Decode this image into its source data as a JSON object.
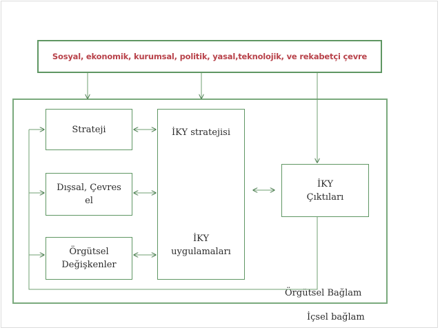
{
  "environment": {
    "label": "Sosyal, ekonomik, kurumsal, politik, yasal,teknolojik, ve rekabetçi çevre"
  },
  "boxes": {
    "strategy": "Strateji",
    "external_line1": "Dışsal, Çevres",
    "external_line2": "el",
    "org_vars_line1": "Örgütsel",
    "org_vars_line2": "Değişkenler",
    "iky_strategy": "İKY stratejisi",
    "iky_practices_line1": "İKY",
    "iky_practices_line2": "uygulamaları",
    "iky_outputs_line1": "İKY",
    "iky_outputs_line2": "Çıktıları"
  },
  "labels": {
    "org_context": "Örgütsel Bağlam",
    "internal_context": "İçsel bağlam"
  },
  "colors": {
    "line": "#5e9662",
    "env_text": "#b8424a",
    "arrow": "#4f7f53"
  }
}
